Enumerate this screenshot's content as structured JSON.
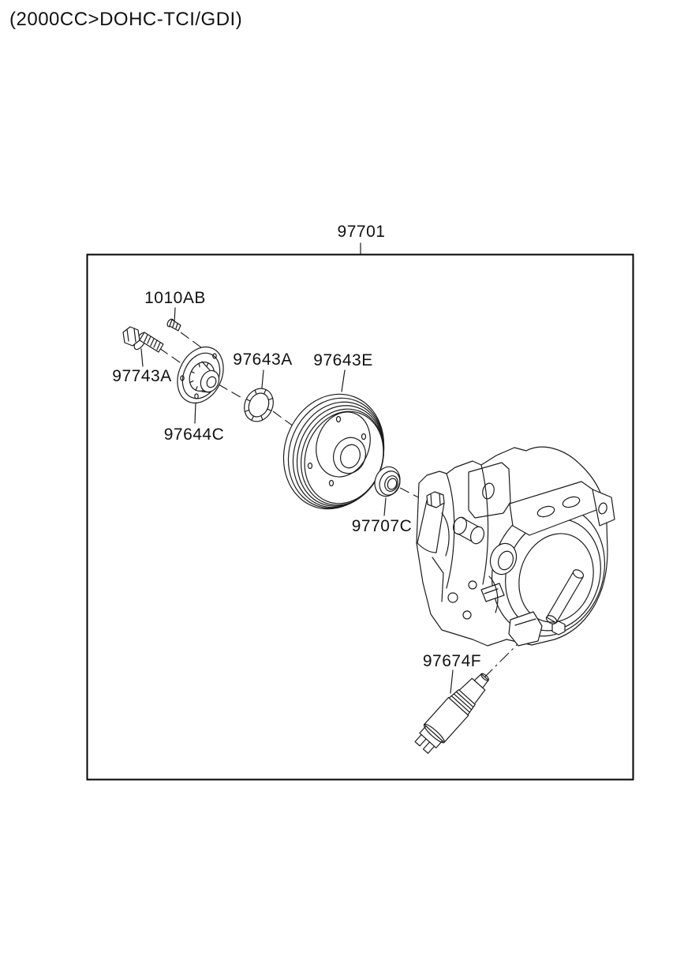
{
  "page": {
    "variant_title": "(2000CC>DOHC-TCI/GDI)"
  },
  "diagram": {
    "assembly_label": "97701",
    "parts": [
      {
        "label": "1010AB"
      },
      {
        "label": "97743A"
      },
      {
        "label": "97644C"
      },
      {
        "label": "97643A"
      },
      {
        "label": "97643E"
      },
      {
        "label": "97707C"
      },
      {
        "label": "97674F"
      }
    ],
    "colors": {
      "line": "#1c1c1c",
      "frame": "#000000",
      "background": "#ffffff"
    }
  }
}
